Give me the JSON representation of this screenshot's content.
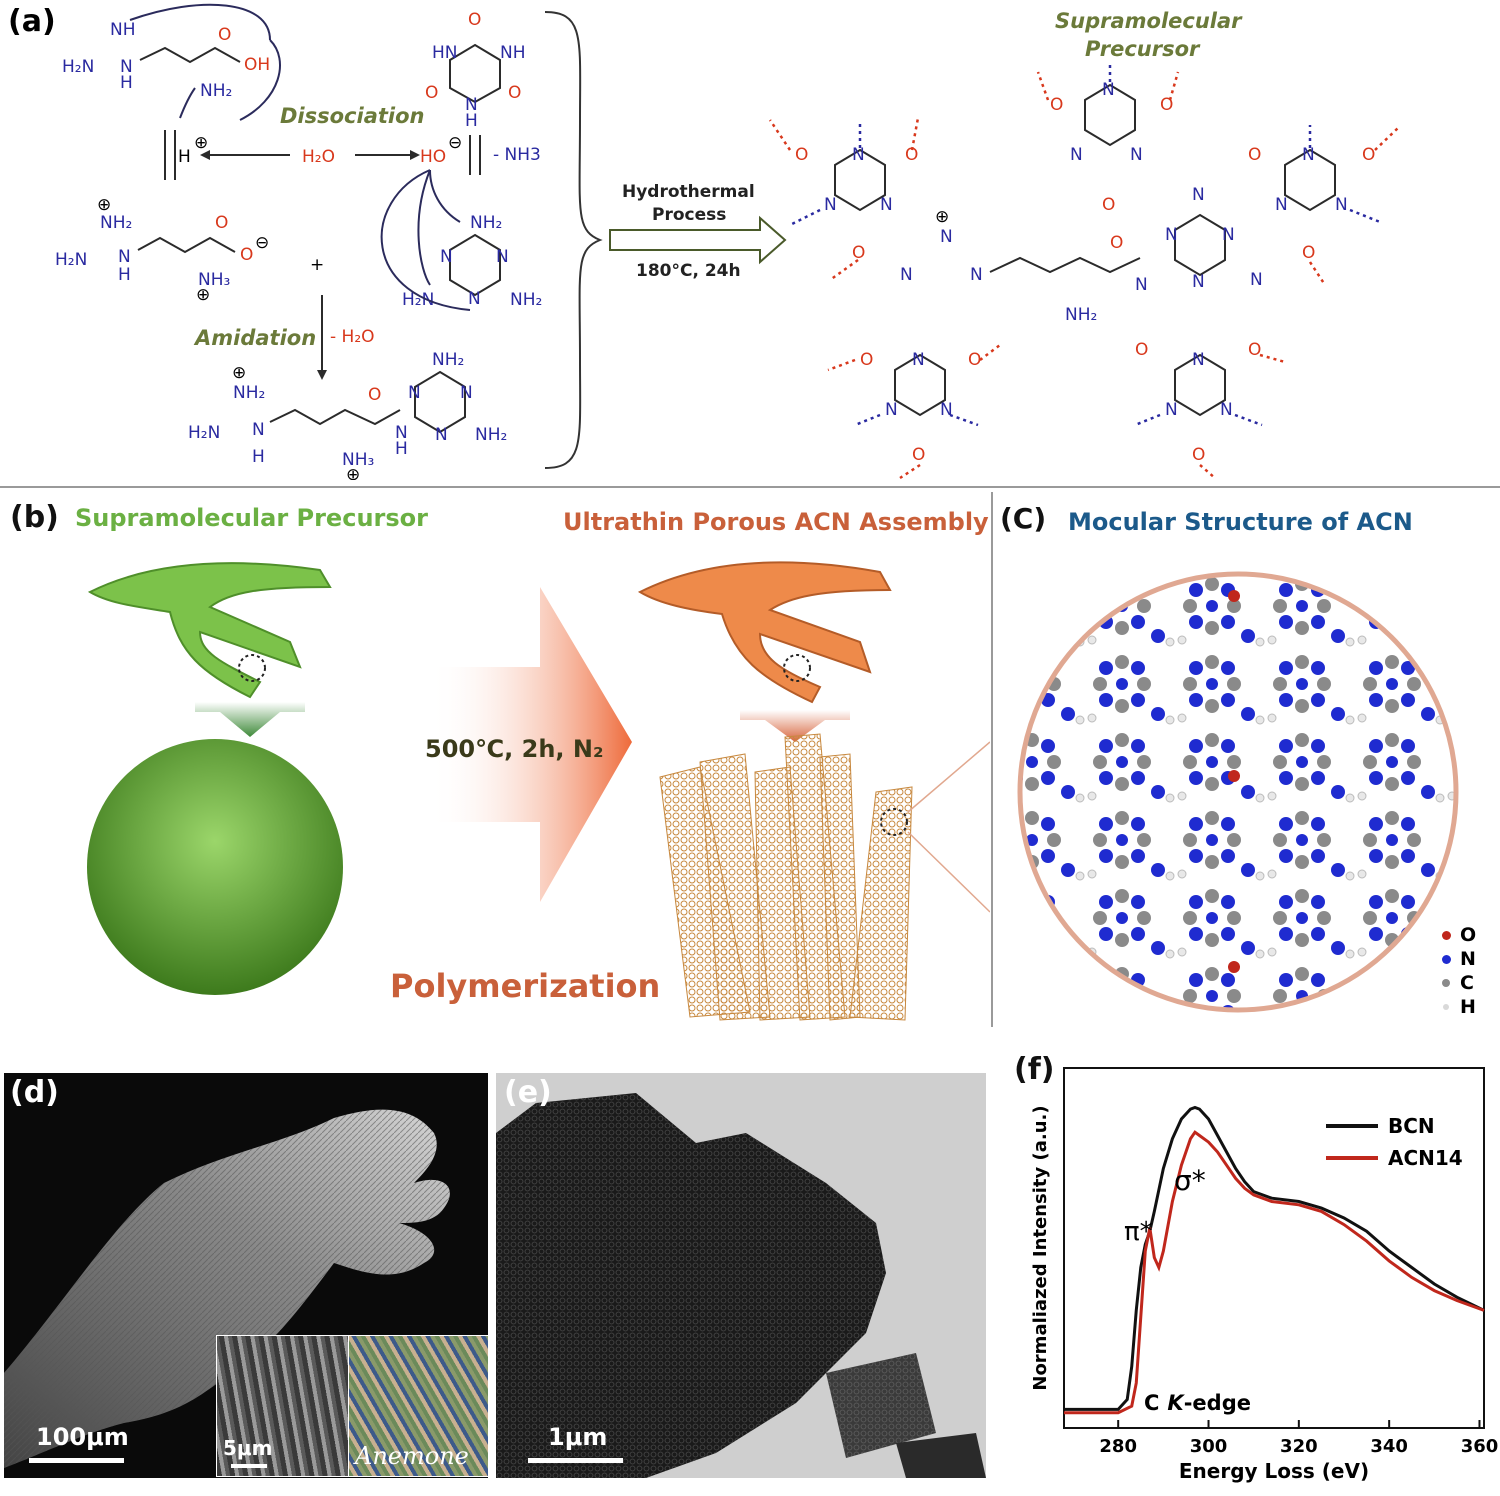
{
  "panel_a": {
    "label": "(a)",
    "dissociation": "Dissociation",
    "amidation": "Amidation",
    "minus_nh3": "- NH3",
    "minus_h2o": "- H₂O",
    "h2o": "H₂O",
    "hydrothermal_1": "Hydrothermal",
    "hydrothermal_2": "Process",
    "conditions": "180°C, 24h",
    "supra_1": "Supramolecular",
    "supra_2": "Precursor"
  },
  "panel_b": {
    "label": "(b)",
    "left_title": "Supramolecular Precursor",
    "right_title": "Ultrathin Porous ACN Assembly",
    "arrow_label": "500℃, 2h, N₂",
    "polymerization": "Polymerization"
  },
  "panel_c": {
    "label": "(C)",
    "title": "Mocular Structure of ACN",
    "legend": [
      {
        "symbol": "O",
        "color": "#c0271c"
      },
      {
        "symbol": "N",
        "color": "#1f2bd0"
      },
      {
        "symbol": "C",
        "color": "#8a8a8a"
      },
      {
        "symbol": "H",
        "color": "#d9d9d9"
      }
    ]
  },
  "panel_d": {
    "label": "(d)",
    "scale_main": "100μm",
    "scale_inset": "5μm",
    "inset_text": "Anemone"
  },
  "panel_e": {
    "label": "(e)",
    "scale": "1μm"
  },
  "panel_f": {
    "label": "(f)",
    "peak_sigma": "σ*",
    "peak_pi": "π*",
    "edge_label_c": "C",
    "edge_label_k": "K",
    "edge_label_rest": "-edge"
  },
  "chart_data": {
    "type": "line",
    "xlabel": "Energy Loss (eV)",
    "ylabel": "Normaliazed Intensity (a.u.)",
    "xlim": [
      268,
      361
    ],
    "ylim": [
      0,
      1
    ],
    "xticks": [
      280,
      300,
      320,
      340,
      360
    ],
    "legend_position": "top-right",
    "series": [
      {
        "name": "BCN",
        "color": "#111111",
        "x": [
          268,
          280,
          282,
          283,
          284,
          285,
          286,
          287,
          288,
          290,
          292,
          294,
          296,
          297,
          298,
          300,
          302,
          304,
          306,
          308,
          310,
          314,
          320,
          325,
          330,
          335,
          340,
          345,
          350,
          355,
          361
        ],
        "y": [
          0.02,
          0.02,
          0.05,
          0.15,
          0.32,
          0.45,
          0.52,
          0.56,
          0.62,
          0.75,
          0.84,
          0.9,
          0.93,
          0.935,
          0.93,
          0.9,
          0.85,
          0.8,
          0.75,
          0.71,
          0.68,
          0.66,
          0.65,
          0.63,
          0.6,
          0.56,
          0.5,
          0.45,
          0.4,
          0.36,
          0.32
        ]
      },
      {
        "name": "ACN14",
        "color": "#c0271c",
        "x": [
          268,
          280,
          283,
          284,
          285,
          286,
          287,
          288,
          289,
          290,
          292,
          294,
          296,
          297,
          298,
          300,
          302,
          304,
          306,
          308,
          310,
          314,
          320,
          325,
          330,
          335,
          340,
          345,
          350,
          355,
          361
        ],
        "y": [
          0.01,
          0.01,
          0.03,
          0.1,
          0.3,
          0.5,
          0.57,
          0.48,
          0.45,
          0.5,
          0.65,
          0.76,
          0.84,
          0.86,
          0.85,
          0.83,
          0.8,
          0.76,
          0.72,
          0.69,
          0.67,
          0.65,
          0.64,
          0.62,
          0.58,
          0.53,
          0.47,
          0.42,
          0.38,
          0.35,
          0.32
        ]
      }
    ]
  }
}
